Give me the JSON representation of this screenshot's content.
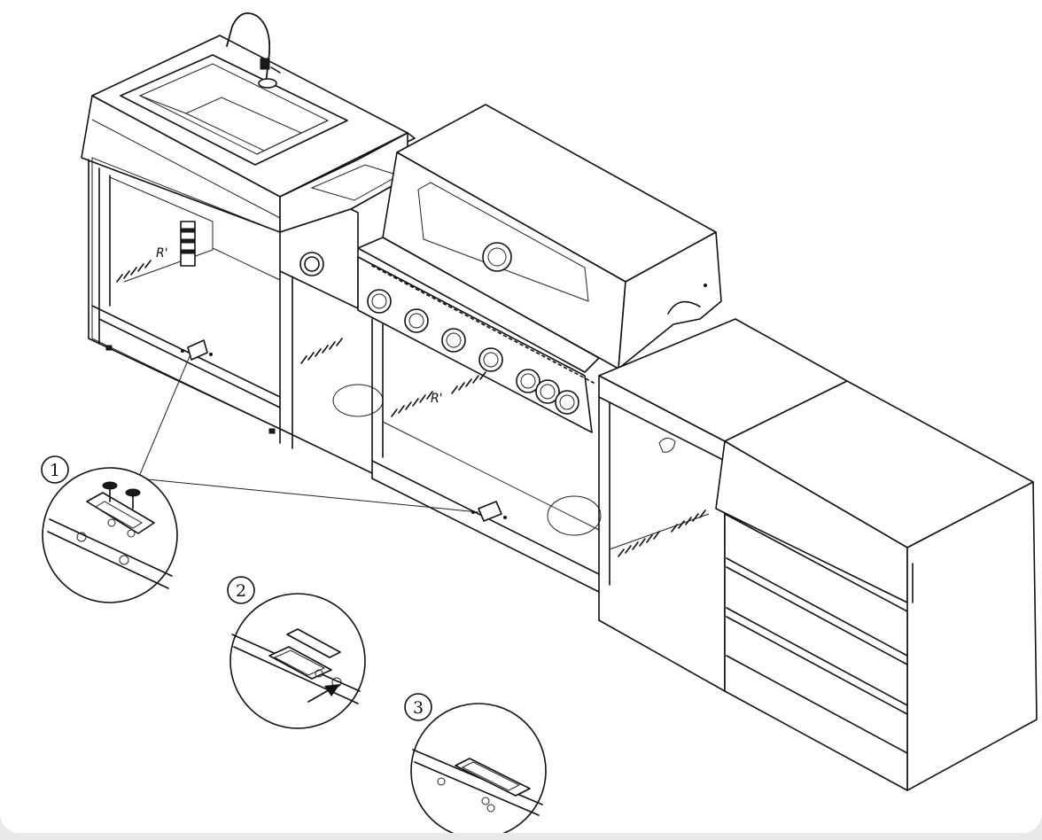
{
  "steps": [
    {
      "number": "1"
    },
    {
      "number": "2"
    },
    {
      "number": "3"
    }
  ],
  "colors": {
    "line": "#111111",
    "background": "#ffffff",
    "frame": "#e9e9e9"
  }
}
